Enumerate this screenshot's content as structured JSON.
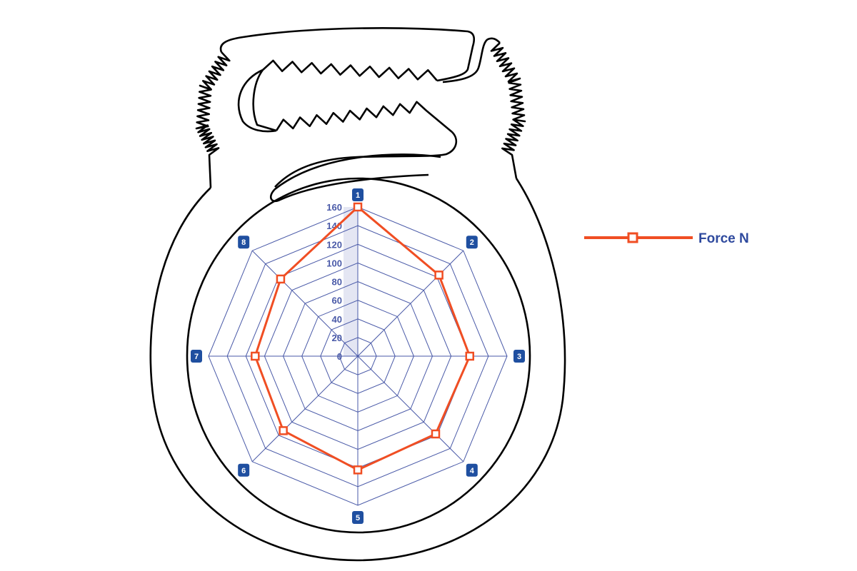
{
  "chart_data": {
    "type": "radar",
    "title": "",
    "categories": [
      "1",
      "2",
      "3",
      "4",
      "5",
      "6",
      "7",
      "8"
    ],
    "series": [
      {
        "name": "Force N",
        "values": [
          160,
          123,
          120,
          118,
          122,
          113,
          110,
          117
        ],
        "color": "#f04e23"
      }
    ],
    "rlim": [
      0,
      160
    ],
    "ticks": [
      "0",
      "20",
      "40",
      "60",
      "80",
      "100",
      "120",
      "140",
      "160"
    ],
    "grid": true,
    "legend": "right",
    "colors": {
      "grid": "#4a5aa8",
      "badge": "#1f4fa0",
      "tick": "#4a5aa8"
    }
  },
  "legend": {
    "label": "Force N"
  }
}
